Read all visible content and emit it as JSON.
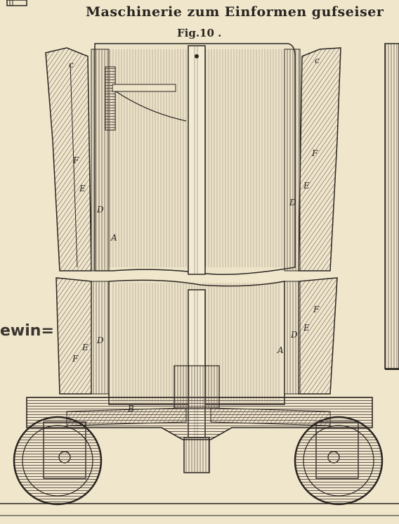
{
  "plate": {
    "title": "Maschinerie zum Einformen gufseiser",
    "figure": "Fig.10 .",
    "side_fragment": "ewin="
  },
  "labels": {
    "c": "c",
    "F": "F",
    "E": "E",
    "D": "D",
    "A": "A",
    "B": "B"
  },
  "colors": {
    "paper": "#efe6cc",
    "ink": "#2a2520",
    "hatch": "#6b5a55",
    "section": "#c9b9a8"
  }
}
